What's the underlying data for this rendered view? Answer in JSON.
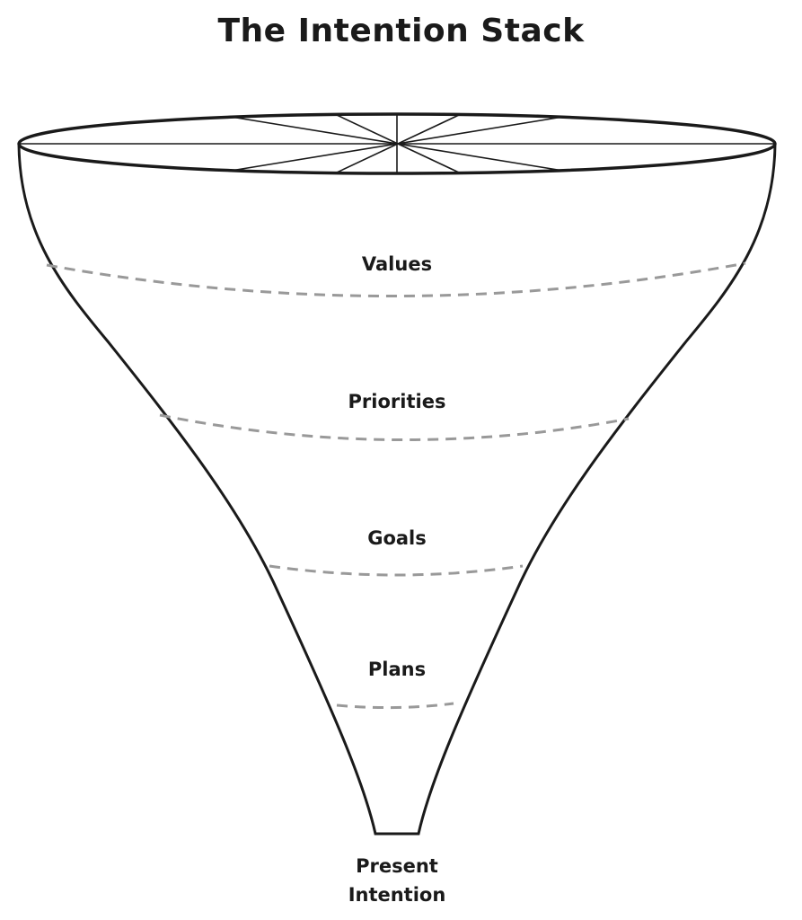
{
  "title": "The Intention Stack",
  "levels": [
    "Values",
    "Priorities",
    "Goals",
    "Plans"
  ],
  "bottom_label": [
    "Present",
    "Intention"
  ]
}
